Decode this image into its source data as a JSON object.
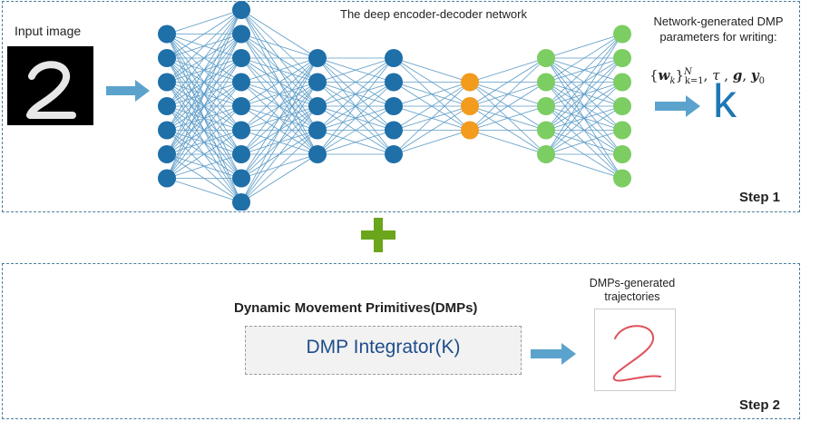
{
  "step1": {
    "input_label": "Input image",
    "network_title": "The deep encoder-decoder network",
    "output_title": "Network-generated DMP parameters for writing:",
    "output_params": {
      "w": "w",
      "w_sub": "k",
      "w_range_sub": "k=1",
      "w_range_sup": "N",
      "tau": "τ",
      "g": "g",
      "y": "y",
      "y_sub": "0"
    },
    "k_symbol": "K",
    "step_label": "Step 1",
    "layer_colors": [
      "#1f6fa8",
      "#1f6fa8",
      "#1f6fa8",
      "#1f6fa8",
      "#f29b1d",
      "#7ccd62",
      "#7ccd62"
    ],
    "layer_node_counts": [
      7,
      9,
      5,
      5,
      3,
      5,
      7
    ]
  },
  "plus_symbol": "+",
  "step2": {
    "dmp_title": "Dynamic Movement Primitives(DMPs)",
    "integrator_label": "DMP Integrator(K)",
    "trajectories_title": "DMPs-generated trajectories",
    "step_label": "Step 2"
  },
  "colors": {
    "encoder_node": "#1f6fa8",
    "bottleneck_node": "#f29b1d",
    "decoder_node": "#7ccd62",
    "edge": "#5b9bc7",
    "arrow": "#5ba3cc",
    "plus": "#6aa51c",
    "trajectory": "#e0505a",
    "k_color": "#1f77b4"
  }
}
